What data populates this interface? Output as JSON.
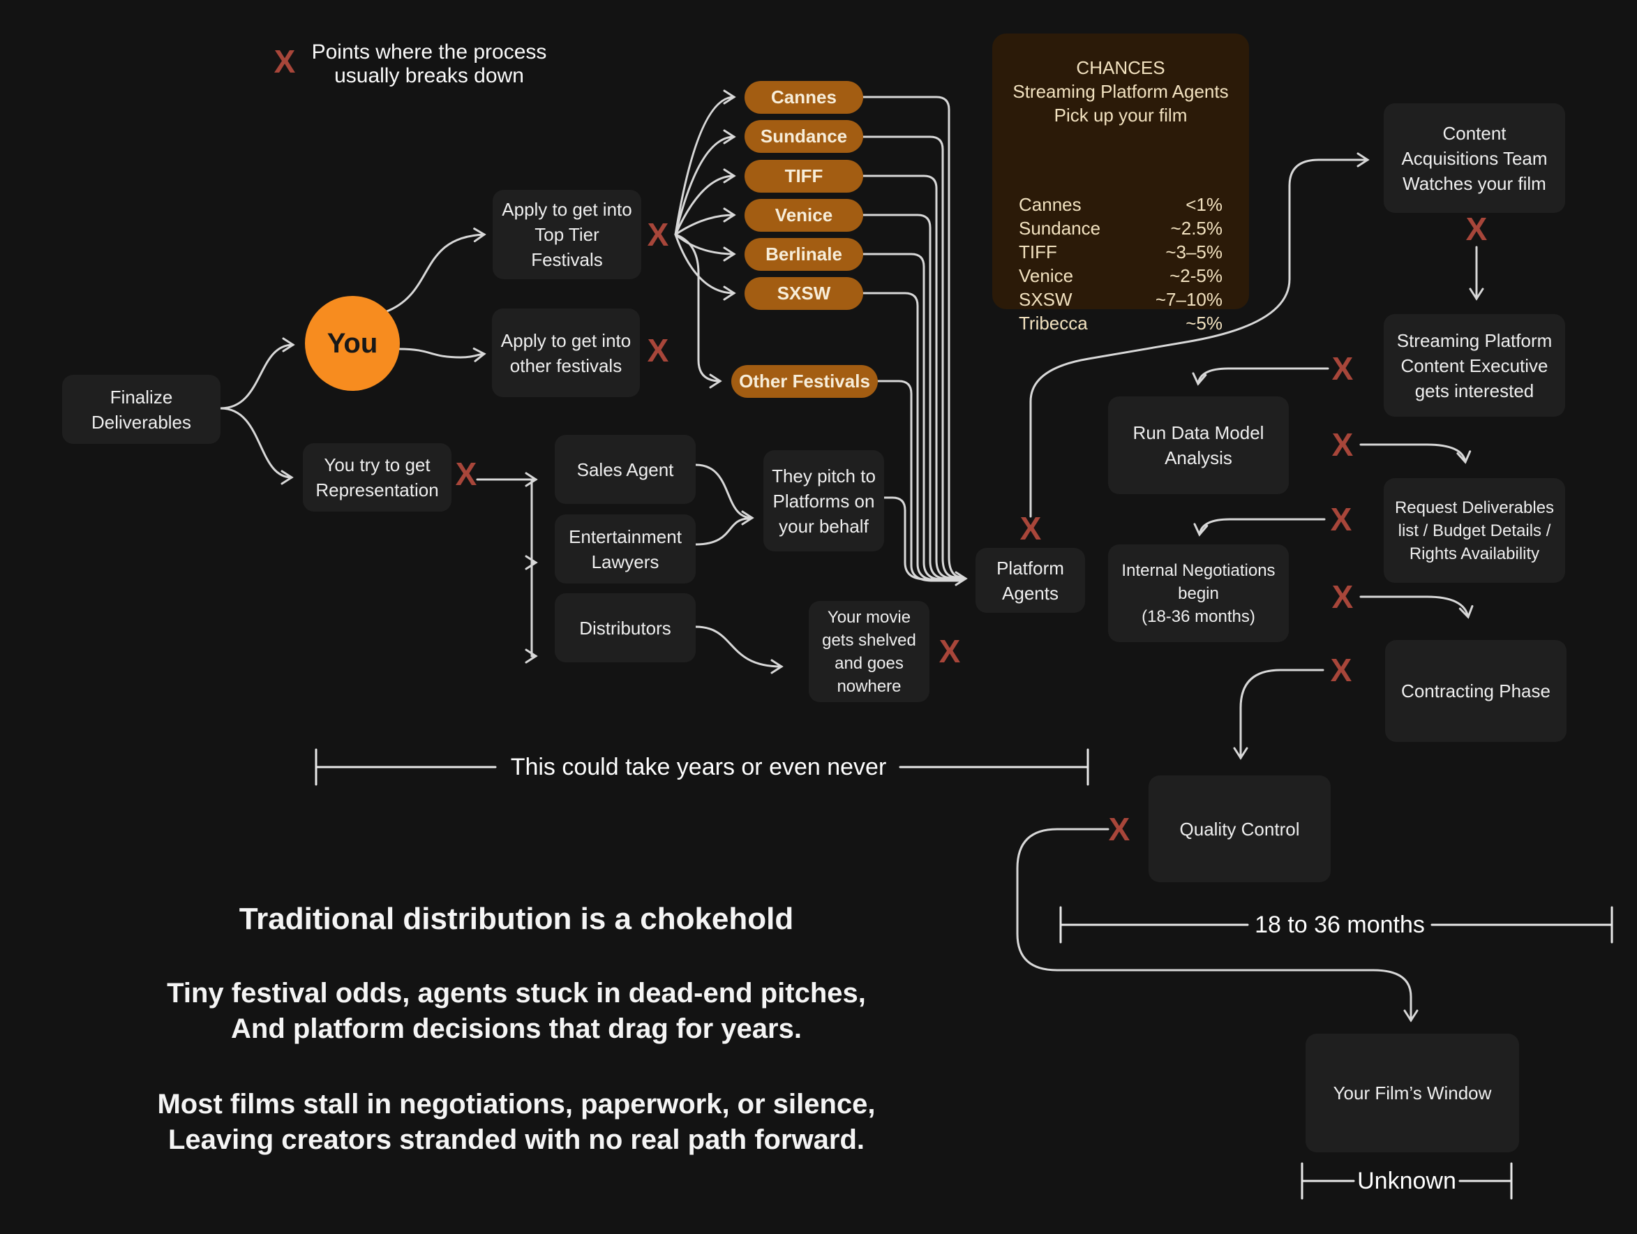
{
  "legend": {
    "x": "X",
    "text": "Points where the process\nusually breaks down"
  },
  "glyphs": {
    "x": "X"
  },
  "nodes": {
    "finalize": "Finalize\nDeliverables",
    "you": "You",
    "apply_top": "Apply to get into\nTop Tier\nFestivals",
    "apply_other": "Apply to get into\nother festivals",
    "representation": "You try to get\nRepresentation",
    "sales_agent": "Sales Agent",
    "lawyers": "Entertainment\nLawyers",
    "distributors": "Distributors",
    "pitch": "They pitch to\nPlatforms on\nyour behalf",
    "shelved": "Your movie\ngets shelved\nand goes\nnowhere",
    "platform_agents": "Platform\nAgents",
    "run_data": "Run Data Model\nAnalysis",
    "negotiations": "Internal Negotiations\nbegin\n(18-36 months)",
    "quality": "Quality Control",
    "content_acq": "Content\nAcquisitions Team\nWatches your film",
    "streaming_exec": "Streaming Platform\nContent Executive\ngets interested",
    "request_deliverables": "Request Deliverables\nlist / Budget Details /\nRights Availability",
    "contracting": "Contracting Phase",
    "film_window": "Your Film’s Window"
  },
  "pills": [
    "Cannes",
    "Sundance",
    "TIFF",
    "Venice",
    "Berlinale",
    "SXSW"
  ],
  "other_pill": "Other Festivals",
  "chances": {
    "title": "CHANCES\nStreaming Platform Agents\nPick up your film",
    "rows": [
      {
        "name": "Cannes",
        "value": "<1%"
      },
      {
        "name": "Sundance",
        "value": "~2.5%"
      },
      {
        "name": "TIFF",
        "value": "~3–5%"
      },
      {
        "name": "Venice",
        "value": "~2-5%"
      },
      {
        "name": "SXSW",
        "value": "~7–10%"
      },
      {
        "name": "Tribecca",
        "value": "~5%"
      }
    ]
  },
  "measures": {
    "years": "This could take years or even never",
    "months": "18 to 36 months",
    "unknown": "Unknown"
  },
  "footer": {
    "headline": "Traditional distribution is a chokehold",
    "para1": "Tiny festival odds, agents stuck in dead-end pitches,\nAnd platform decisions that drag  for years.",
    "para2": "Most films stall in negotiations, paperwork, or silence,\nLeaving creators stranded with no real path forward."
  },
  "colors": {
    "background": "#131313",
    "node_box": "#1f1f1f",
    "pill_orange": "#a35d12",
    "chances_brown": "#2b1a08",
    "you_orange": "#f78c1f",
    "x_red": "#a8463a",
    "line_gray": "#d8d8d8"
  }
}
